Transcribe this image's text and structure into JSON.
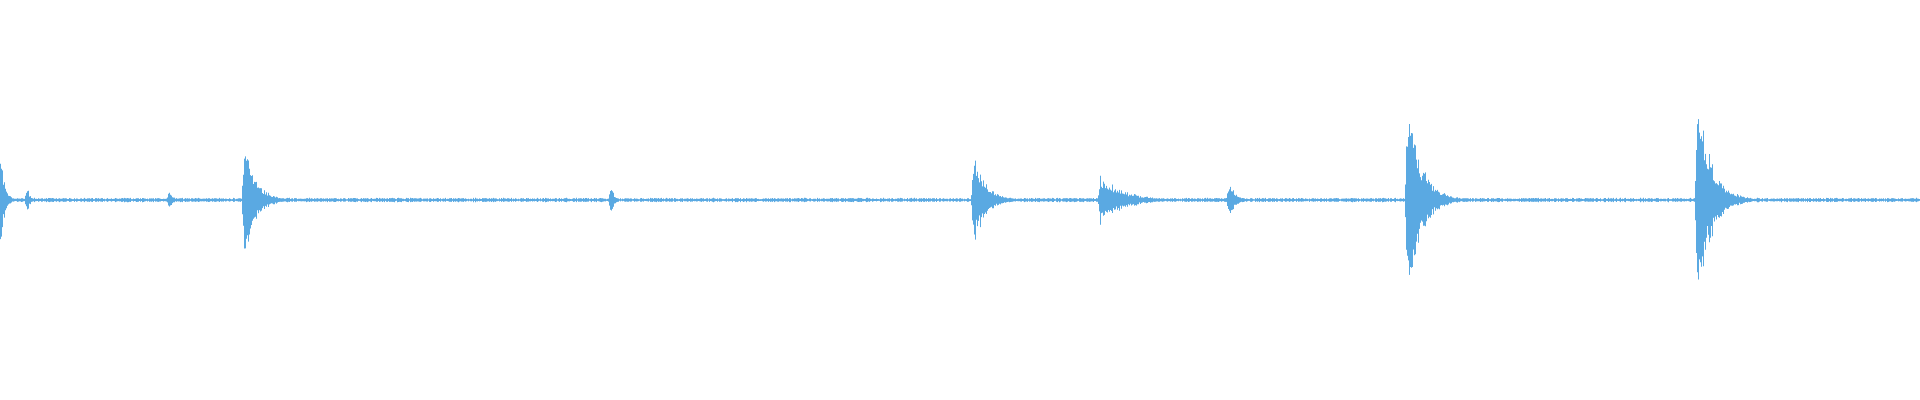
{
  "waveform": {
    "color": "#5aa9e2",
    "background": "#ffffff",
    "baseline_amplitude": 0.012,
    "bursts": [
      {
        "time": 0.0,
        "peak": 0.3,
        "decay": 0.002
      },
      {
        "time": 0.014,
        "peak": 0.08,
        "decay": 0.0015
      },
      {
        "time": 0.088,
        "peak": 0.06,
        "decay": 0.002
      },
      {
        "time": 0.127,
        "peak": 0.32,
        "decay": 0.006
      },
      {
        "time": 0.318,
        "peak": 0.11,
        "decay": 0.0015
      },
      {
        "time": 0.507,
        "peak": 0.28,
        "decay": 0.006
      },
      {
        "time": 0.573,
        "peak": 0.14,
        "decay": 0.012
      },
      {
        "time": 0.64,
        "peak": 0.12,
        "decay": 0.003
      },
      {
        "time": 0.733,
        "peak": 0.59,
        "decay": 0.007
      },
      {
        "time": 0.884,
        "peak": 0.62,
        "decay": 0.007
      }
    ]
  }
}
